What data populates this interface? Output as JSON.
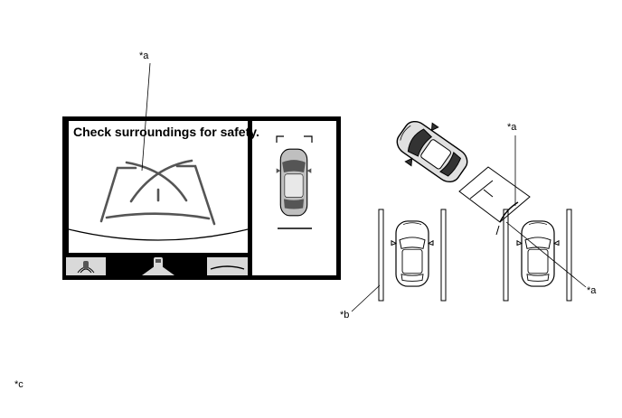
{
  "screen": {
    "message": "Check surroundings for safety."
  },
  "callouts": {
    "a_top": "*a",
    "a_right_top": "*a",
    "a_right_bottom": "*a",
    "b": "*b",
    "c": "*c"
  },
  "colors": {
    "ink": "#000000",
    "screen_fill": "#ffffff",
    "panel_gray": "#d9d9d9",
    "car_gray": "#bfbfbf",
    "glass_dark": "#555555"
  },
  "icons": [
    "sonar-icon",
    "camera-view-icon",
    "guideline-icon"
  ]
}
